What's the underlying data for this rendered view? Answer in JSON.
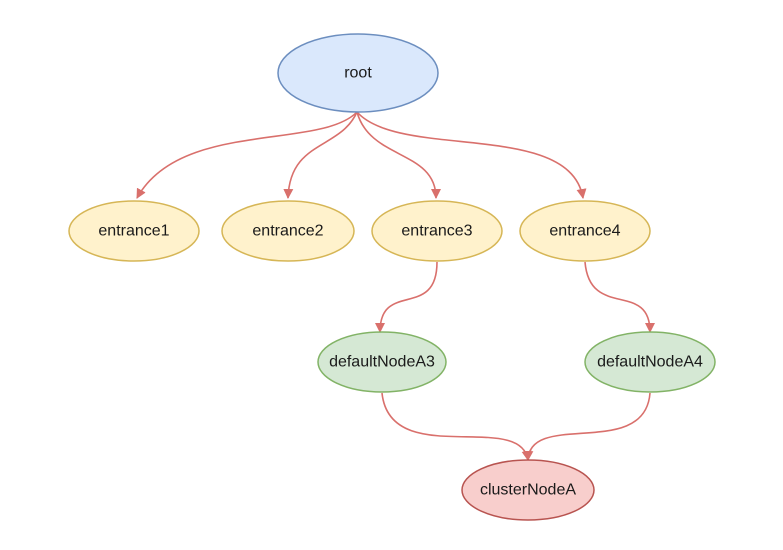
{
  "diagram": {
    "colors": {
      "edge": "#d9706c",
      "root_fill": "#dae8fc",
      "root_stroke": "#6c8ebf",
      "entrance_fill": "#fff2cc",
      "entrance_stroke": "#d6b656",
      "default_fill": "#d5e8d4",
      "default_stroke": "#82b366",
      "cluster_fill": "#f8cecc",
      "cluster_stroke": "#b85450"
    },
    "nodes": {
      "root": "root",
      "entrance1": "entrance1",
      "entrance2": "entrance2",
      "entrance3": "entrance3",
      "entrance4": "entrance4",
      "defaultNodeA3": "defaultNodeA3",
      "defaultNodeA4": "defaultNodeA4",
      "clusterNodeA": "clusterNodeA"
    },
    "edges": [
      {
        "from": "root",
        "to": "entrance1"
      },
      {
        "from": "root",
        "to": "entrance2"
      },
      {
        "from": "root",
        "to": "entrance3"
      },
      {
        "from": "root",
        "to": "entrance4"
      },
      {
        "from": "entrance3",
        "to": "defaultNodeA3"
      },
      {
        "from": "entrance4",
        "to": "defaultNodeA4"
      },
      {
        "from": "defaultNodeA3",
        "to": "clusterNodeA"
      },
      {
        "from": "defaultNodeA4",
        "to": "clusterNodeA"
      }
    ]
  }
}
